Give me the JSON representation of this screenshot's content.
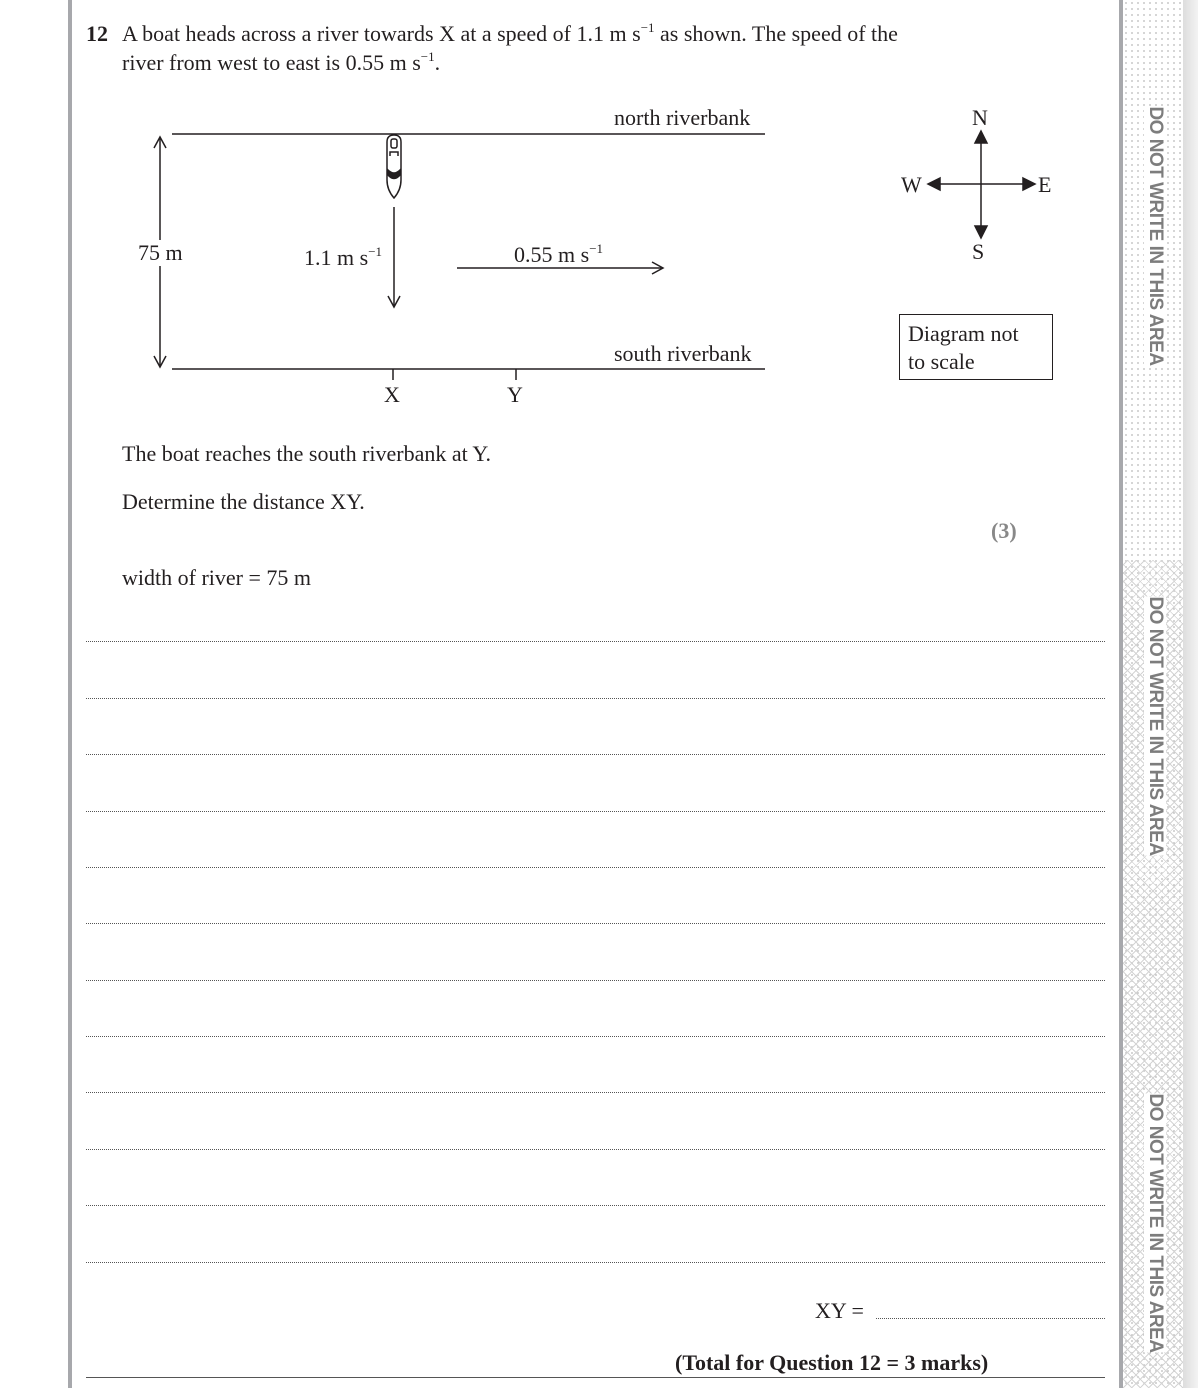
{
  "question": {
    "number": "12",
    "line1": "A boat heads across a river towards X at a speed of 1.1 m s",
    "line1_sup": "−1",
    "line1_tail": " as shown.  The speed of the",
    "line2": "river from west to east is 0.55 m s",
    "line2_sup": "−1",
    "line2_tail": "."
  },
  "diagram": {
    "north_bank": "north riverbank",
    "south_bank": "south riverbank",
    "width_label": "75 m",
    "boat_speed": "1.1 m s",
    "boat_speed_sup": "−1",
    "river_speed": "0.55 m s",
    "river_speed_sup": "−1",
    "point_x": "X",
    "point_y": "Y",
    "compass": {
      "n": "N",
      "s": "S",
      "e": "E",
      "w": "W"
    },
    "scale_note_1": "Diagram not",
    "scale_note_2": "to scale"
  },
  "body": {
    "statement": "The boat reaches the south riverbank at Y.",
    "instruction": "Determine the distance XY.",
    "marks": "(3)",
    "given": "width of river = 75 m",
    "answer_label": "XY = ",
    "total": "(Total for Question 12 = 3 marks)"
  },
  "margin": {
    "warning": "DO NOT WRITE IN THIS AREA"
  }
}
